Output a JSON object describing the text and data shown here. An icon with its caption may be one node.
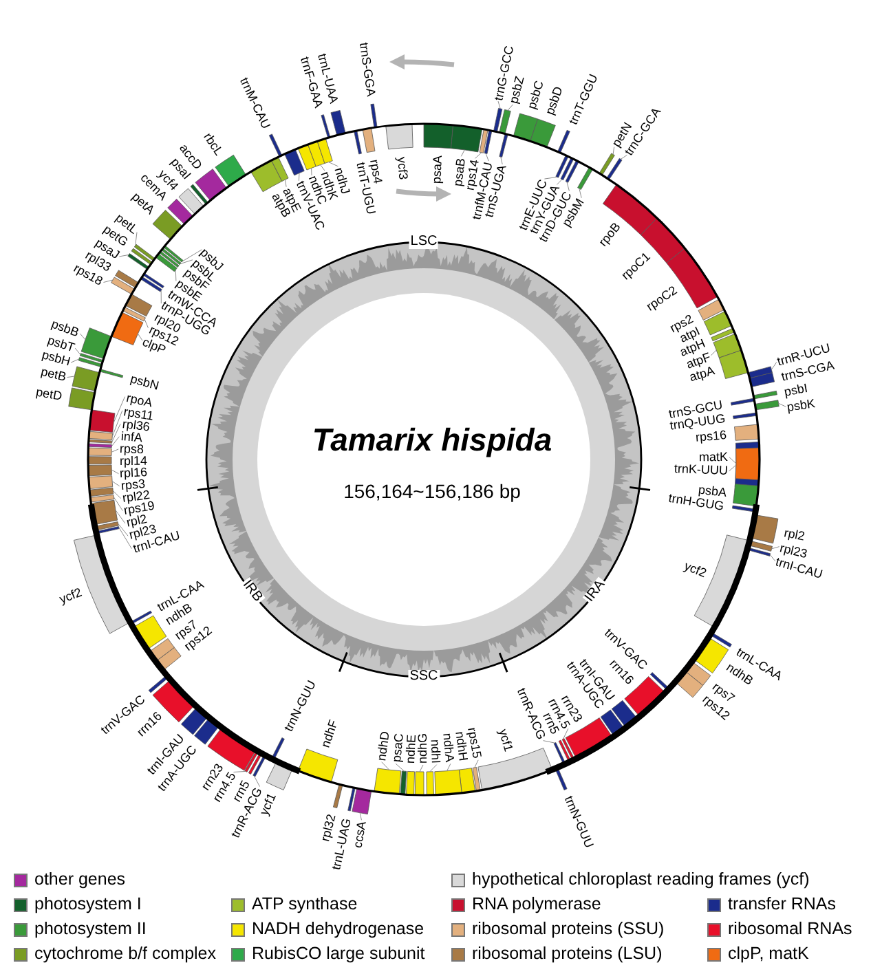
{
  "diagram": {
    "title": "Tamarix hispida",
    "labels": [
      "psaA",
      "psaB",
      "rps14",
      "trnfM-CAU",
      "trnG-GCC",
      "psbZ",
      "trnS-UGA",
      "psbC",
      "psbD",
      "trnT-GGU",
      "trnE-UUC",
      "trnY-GUA",
      "trnD-GUC",
      "psbM",
      "petN",
      "trnC-GCA",
      "rpoB",
      "rpoC1",
      "rpoC2",
      "rps2",
      "atpI",
      "atpH",
      "atpF",
      "atpA",
      "trnR-UCU",
      "trnS-CGA",
      "psbI",
      "psbK",
      "trnS-GCU",
      "trnQ-UUG",
      "rps16",
      "trnK-UUU",
      "matK",
      "psbA",
      "trnH-GUG",
      "rpl2",
      "rpl23",
      "trnI-CAU",
      "ycf2",
      "trnL-CAA",
      "ndhB",
      "rps7",
      "rps12",
      "trnV-GAC",
      "rrn16",
      "trnI-GAU",
      "trnA-UGC",
      "rrn23",
      "rrn4.5",
      "rrn5",
      "trnR-ACG",
      "trnN-GUU",
      "ycf1",
      "rps15",
      "ndhH",
      "ndhA",
      "ndhI",
      "ndhG",
      "ndhE",
      "psaC",
      "ndhD",
      "ccsA",
      "trnL-UAG",
      "rpl32",
      "ndhF",
      "ycf1",
      "trnN-GUU",
      "trnR-ACG",
      "rrn5",
      "rrn4.5",
      "rrn23",
      "trnA-UGC",
      "trnI-GAU",
      "rrn16",
      "trnV-GAC",
      "rps12",
      "rps7",
      "ndhB",
      "trnL-CAA",
      "ycf2",
      "trnI-CAU",
      "rpl23",
      "rpl2",
      "rps19",
      "rpl22",
      "rps3",
      "rpl16",
      "rpl14",
      "rps8",
      "infA",
      "rpl36",
      "rps11",
      "rpoA",
      "petD",
      "petB",
      "psbN",
      "psbH",
      "psbT",
      "psbB",
      "clpP",
      "rps12",
      "rpl20",
      "rps18",
      "rpl33",
      "trnP-UGG",
      "trnW-CCA",
      "psaJ",
      "petG",
      "petL",
      "psbE",
      "psbF",
      "psbL",
      "psbJ",
      "petA",
      "cemA",
      "ycf4",
      "psaI",
      "accD",
      "rbcL",
      "atpB",
      "atpE",
      "trnM-CAU",
      "trnV-UAC",
      "ndhC",
      "ndhK",
      "ndhJ",
      "trnF-GAA",
      "trnL-UAA",
      "trnT-UGU",
      "rps4",
      "trnS-GGA",
      "ycf3",
      "LSC",
      "IRA",
      "SSC",
      "IRB",
      "156,164~156,186 bp"
    ],
    "legend": [
      {
        "text": "other genes",
        "color": "#a4299e"
      },
      {
        "text": "hypothetical chloroplast reading frames (ycf)",
        "color": "#d9d9d9"
      },
      {
        "text": "photosystem I",
        "color": "#13602b"
      },
      {
        "text": "ATP synthase",
        "color": "#9dbd2b"
      },
      {
        "text": "RNA polymerase",
        "color": "#c8102e"
      },
      {
        "text": "transfer RNAs",
        "color": "#1b2c8c"
      },
      {
        "text": "photosystem II",
        "color": "#3a9a3a"
      },
      {
        "text": "NADH dehydrogenase",
        "color": "#f5e600"
      },
      {
        "text": "ribosomal proteins (SSU)",
        "color": "#e3b07e"
      },
      {
        "text": "ribosomal RNAs",
        "color": "#e8102a"
      },
      {
        "text": "cytochrome b/f complex",
        "color": "#7a9c24"
      },
      {
        "text": "RubisCO large subunit",
        "color": "#2eaa4a"
      },
      {
        "text": "ribosomal proteins (LSU)",
        "color": "#a87a46"
      },
      {
        "text": "clpP, matK",
        "color": "#f06b12"
      }
    ]
  }
}
